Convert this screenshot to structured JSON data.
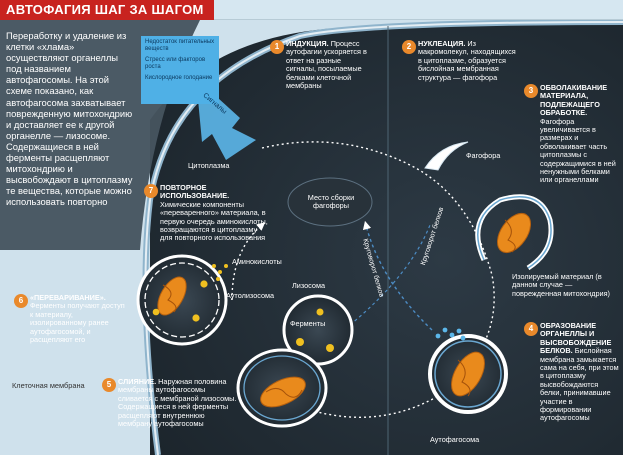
{
  "header": {
    "title": "АВТОФАГИЯ ШАГ ЗА ШАГОМ"
  },
  "intro": "Переработку и удаление из клетки «хлама» осуществляют органеллы под названием автофагосомы. На этой схеме показано, как автофагосома захватывает поврежденную митохондрию и доставляет ее к другой органелле — лизосоме. Содержащиеся в ней ферменты расщепляют митохондрию и высвобождают в цитоплазму те вещества, которые можно использовать повторно",
  "signals": [
    "Недостаток питательных веществ",
    "Стресс или факторов роста",
    "Кислородное голодание"
  ],
  "labels": {
    "signals_arrow": "Сигналы",
    "cytoplasm": "Цитоплазма",
    "assembly_site": "Место сборки фагофоры",
    "phagophore": "Фагофора",
    "isolated_material": "Изолируемый материал (в данном случае — поврежденная митохондрия)",
    "autophagosome": "Аутофагосома",
    "lysosome": "Лизосома",
    "enzymes": "Ферменты",
    "amino_acids": "Аминокислоты",
    "autolysosome": "Аутолизосома",
    "cell_membrane": "Клеточная мембрана",
    "protein_cycle_1": "Круговорот белков",
    "protein_cycle_2": "Круговорот белков"
  },
  "steps": [
    {
      "number": "1",
      "title": "ИНДУКЦИЯ.",
      "text": "Процесс аутофагии ускоряется в ответ на разные сигналы, посылаемые белками клеточной мембраны"
    },
    {
      "number": "2",
      "title": "НУКЛЕАЦИЯ.",
      "text": "Из макромолекул, находящихся в цитоплазме, образуется бислойная мембранная структура — фагофора"
    },
    {
      "number": "3",
      "title": "ОБВОЛАКИВАНИЕ МАТЕРИАЛА, ПОДЛЕЖАЩЕГО ОБРАБОТКЕ.",
      "text": "Фагофора увеличивается в размерах и обволакивает часть цитоплазмы с содержащимися в ней ненужными белками или органеллами"
    },
    {
      "number": "4",
      "title": "ОБРАЗОВАНИЕ ОРГАНЕЛЛЫ И ВЫСВОБОЖДЕНИЕ БЕЛКОВ.",
      "text": "Бислойная мембрана замыкается сама на себя, при этом в цитоплазму высвобождаются белки, принимавшие участие в формировании аутофагосомы"
    },
    {
      "number": "5",
      "title": "СЛИЯНИЕ.",
      "text": "Наружная половина мембраны аутофагосомы сливается с мембраной лизосомы. Содержащиеся в ней ферменты расщепляют внутреннюю мембрану аутофагосомы"
    },
    {
      "number": "6",
      "title": "«ПЕРЕВАРИВАНИЕ».",
      "text": "Ферменты получают доступ к материалу, изолированному ранее аутофагосомой, и расщепляют его"
    },
    {
      "number": "7",
      "title": "ПОВТОРНОЕ ИСПОЛЬЗОВАНИЕ.",
      "text": "Химические компоненты «переваренного» материала, в первую очередь аминокислоты, возвращаются в цитоплазму для повторного использования"
    }
  ],
  "colors": {
    "title_red": "#c8231f",
    "badge_orange": "#e9892b",
    "membrane_blue": "#3f8fc0",
    "mito_orange": "#e98a1c"
  }
}
